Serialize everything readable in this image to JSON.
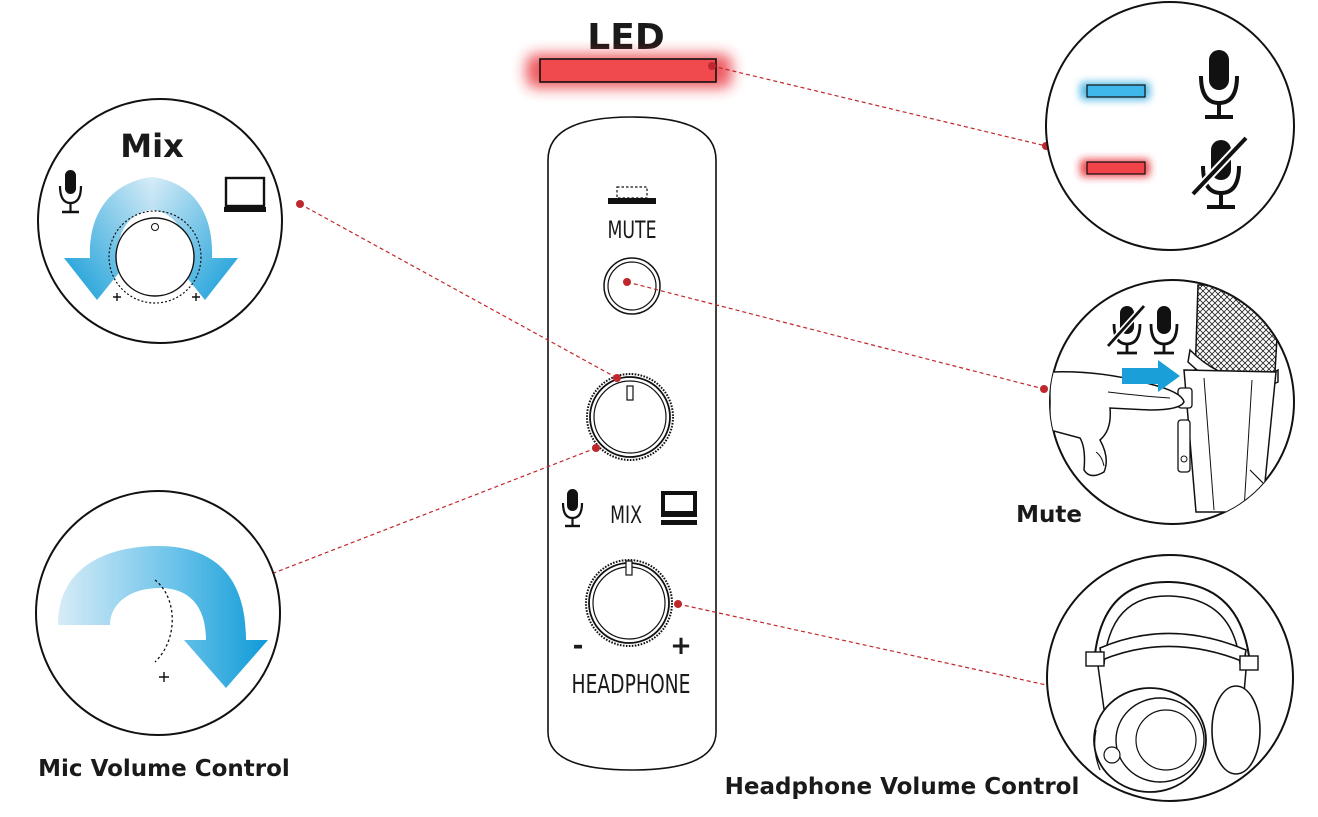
{
  "labels": {
    "led": "LED",
    "mix_title": "Mix",
    "mute_device": "MUTE",
    "mix_device": "MIX",
    "minus": "-",
    "plus": "+",
    "headphone_device": "HEADPHONE",
    "mute_caption": "Mute",
    "mic_volume_caption": "Mic Volume Control",
    "headphone_volume_caption": "Headphone Volume Control"
  },
  "colors": {
    "led_red": "#e8232a",
    "led_blue": "#2aa9e0",
    "arrow_blue": "#0f9bd7",
    "arrow_light": "#cfe8f5",
    "leader_red": "#c0272d"
  },
  "icons": {
    "mic": "microphone-icon",
    "mic_muted": "microphone-muted-icon",
    "monitor": "monitor-icon",
    "plus_small": "plus-icon",
    "headphones": "headphones-illustration",
    "hand": "hand-illustration"
  }
}
